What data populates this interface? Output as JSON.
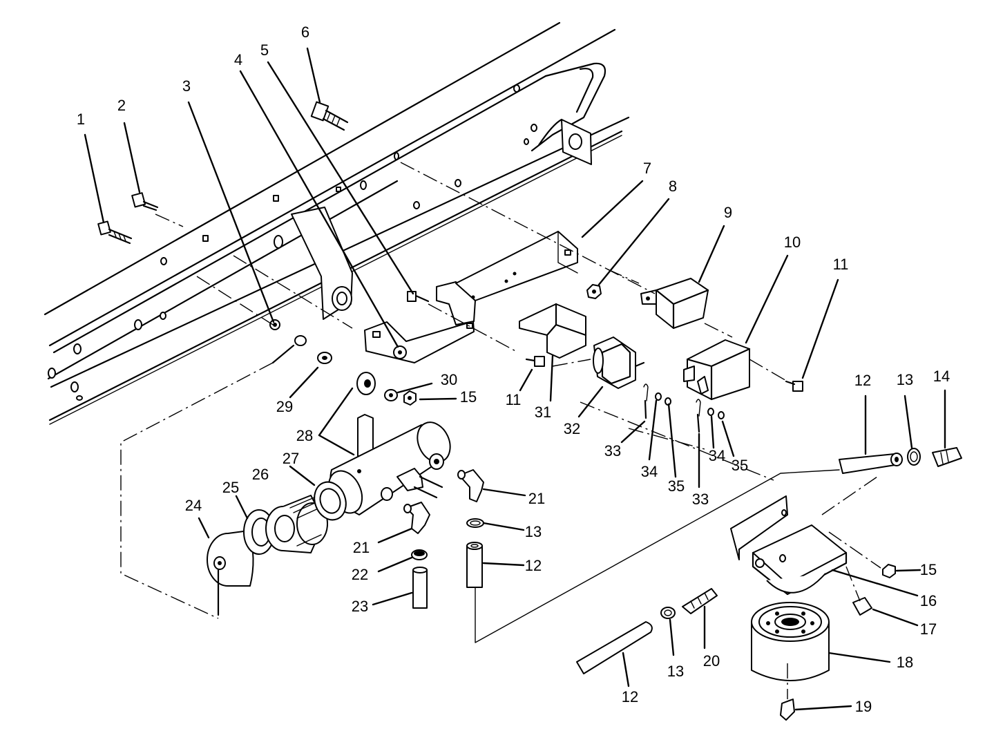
{
  "callouts": {
    "c1": "1",
    "c2": "2",
    "c3": "3",
    "c4": "4",
    "c5": "5",
    "c6": "6",
    "c7": "7",
    "c8": "8",
    "c9": "9",
    "c10": "10",
    "c11a": "11",
    "c11b": "11",
    "c12a": "12",
    "c12b": "12",
    "c12c": "12",
    "c13a": "13",
    "c13b": "13",
    "c13c": "13",
    "c14": "14",
    "c15a": "15",
    "c15b": "15",
    "c16": "16",
    "c17": "17",
    "c18": "18",
    "c19": "19",
    "c20": "20",
    "c21a": "21",
    "c21b": "21",
    "c22": "22",
    "c23": "23",
    "c24": "24",
    "c25": "25",
    "c26": "26",
    "c27": "27",
    "c28": "28",
    "c29": "29",
    "c30": "30",
    "c31": "31",
    "c32": "32",
    "c33a": "33",
    "c33b": "33",
    "c34a": "34",
    "c34b": "34",
    "c35a": "35",
    "c35b": "35"
  }
}
